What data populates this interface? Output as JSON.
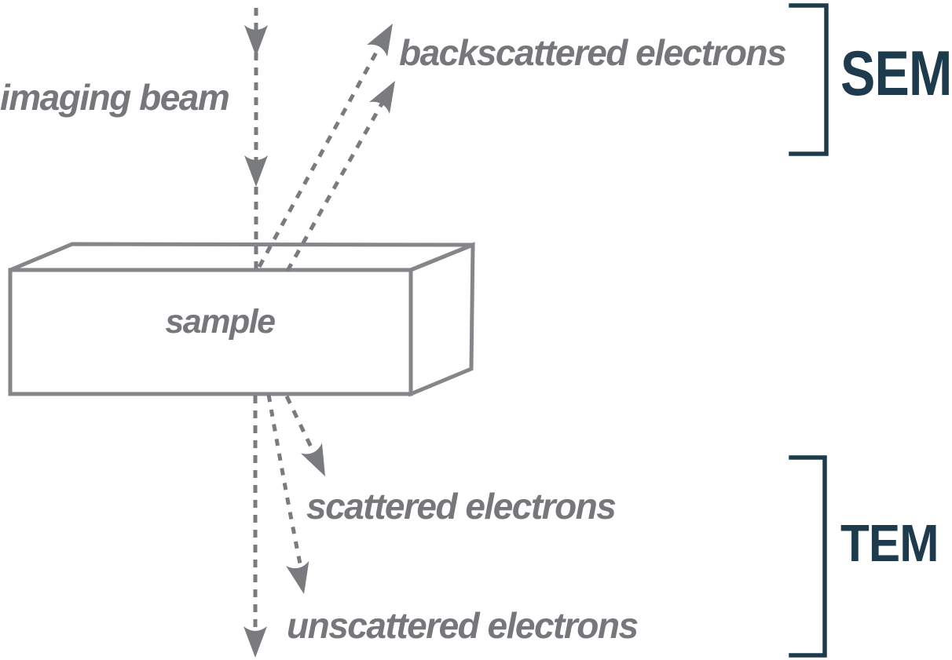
{
  "labels": {
    "imaging_beam": "imaging beam",
    "backscattered_electrons": "backscattered electrons",
    "sample": "sample",
    "scattered_electrons": "scattered electrons",
    "unscattered_electrons": "unscattered electrons"
  },
  "annotations": {
    "sem": "SEM",
    "tem": "TEM"
  },
  "colors": {
    "label_gray": "#76777b",
    "line_gray": "#7a7b7f",
    "box_outline_gray": "#85868a",
    "accent_teal": "#1d3b4d",
    "background": "#ffffff"
  }
}
